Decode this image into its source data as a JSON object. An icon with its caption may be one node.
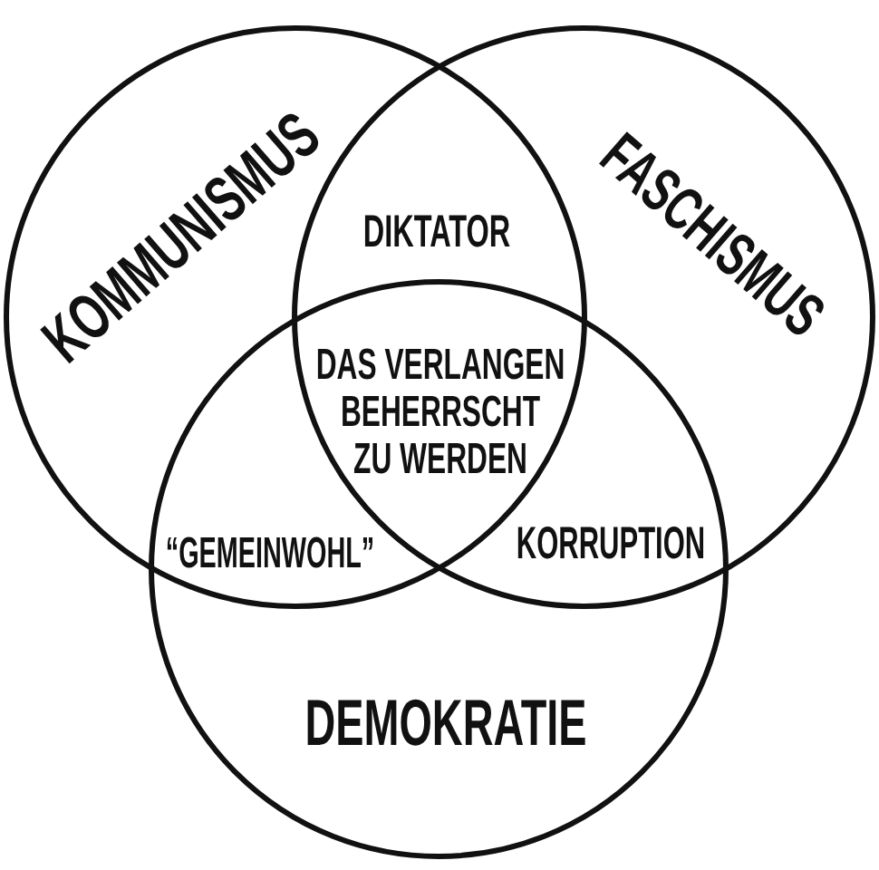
{
  "diagram": {
    "nodes": [
      {
        "text": [
          "KOMMUNISMUS"
        ]
      },
      {
        "text": [
          "FASCHISMUS"
        ]
      },
      {
        "text": [
          "DEMOKRATIE"
        ]
      }
    ],
    "labels": [
      "DIKTATOR",
      "DAS VERLANGEN BEHERRSCHT ZU WERDEN",
      "“GEMEINWOHL”",
      "KORRUPTION"
    ]
  }
}
